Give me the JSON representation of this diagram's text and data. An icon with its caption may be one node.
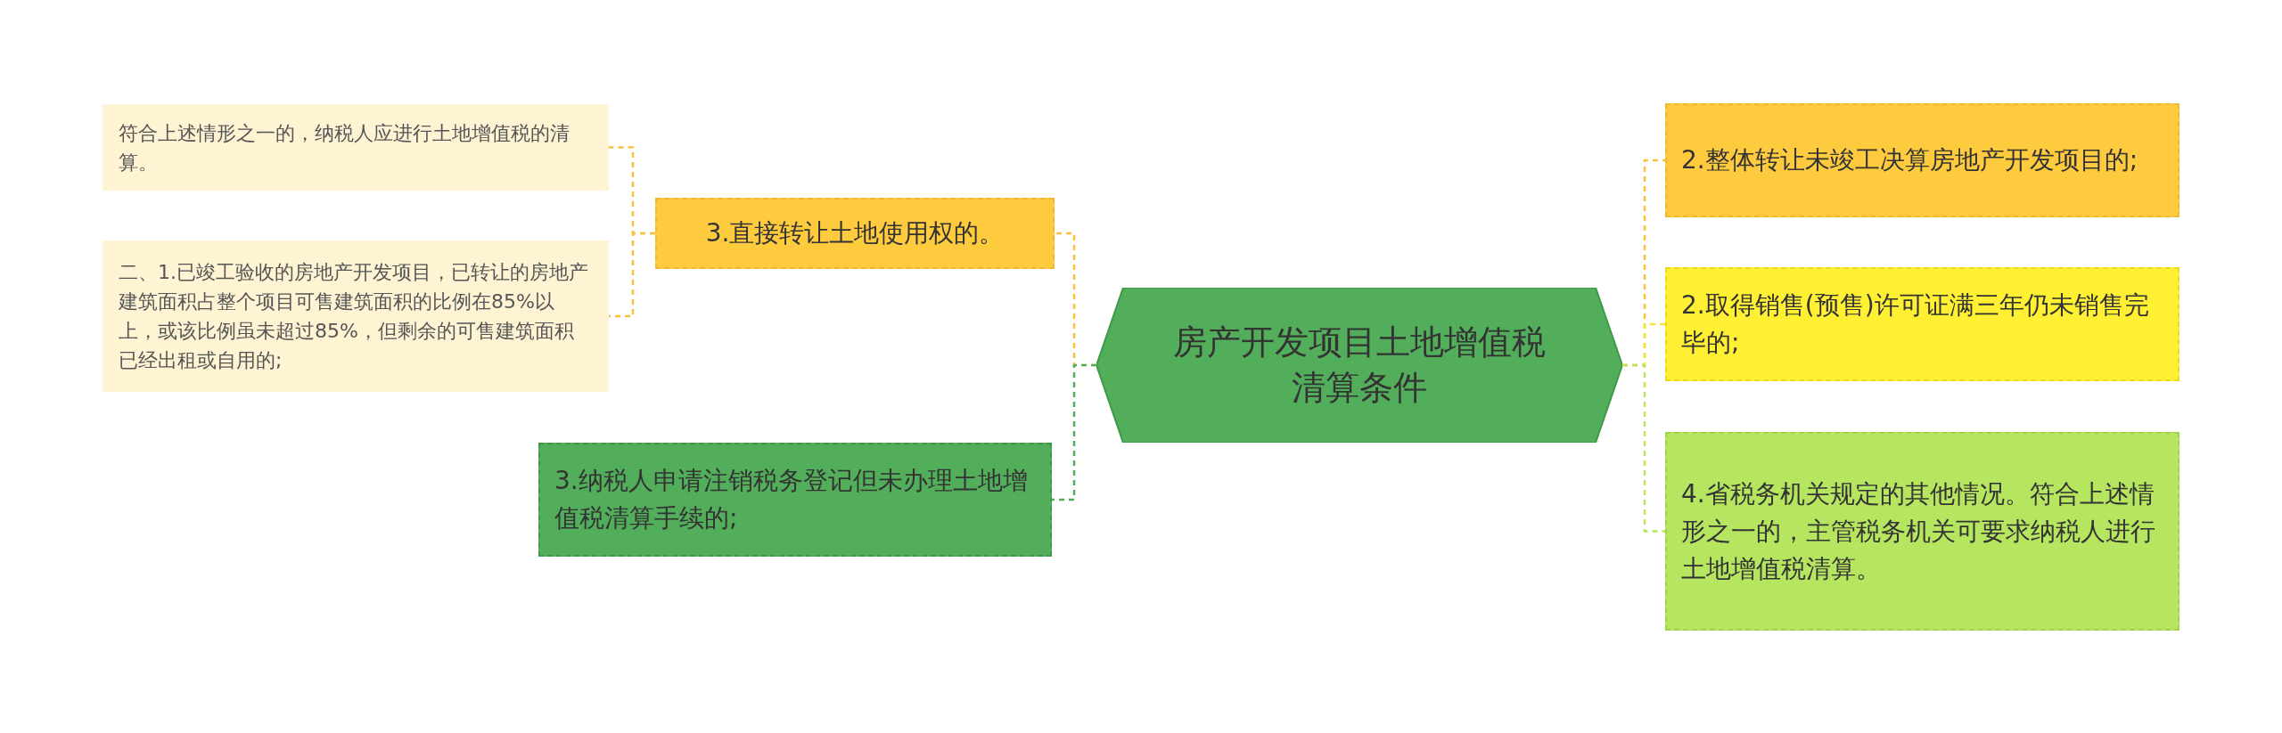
{
  "diagram": {
    "nodes": [
      {
        "text": [
          "房产开发项目土地增值税清算条件"
        ]
      },
      {
        "text": [
          "2.整体转让未竣工决算房地产开发项目的;"
        ]
      },
      {
        "text": [
          "2.取得销售(预售)许可证满三年仍未销售完毕的;"
        ]
      },
      {
        "text": [
          "4.省税务机关规定的其他情况。符合上述情形之一的，主管税务机关可要求纳税人进行土地增值税清算。"
        ]
      },
      {
        "text": [
          "3.直接转让土地使用权的。"
        ]
      },
      {
        "text": [
          "符合上述情形之一的，纳税人应进行土地增值税的清算。"
        ]
      },
      {
        "text": [
          "二、1.已竣工验收的房地产开发项目，已转让的房地产建筑面积占整个项目可售建筑面积的比例在85%以上，或该比例虽未超过85%，但剩余的可售建筑面积已经出租或自用的;"
        ]
      },
      {
        "text": [
          "3.纳税人申请注销税务登记但未办理土地增值税清算手续的;"
        ]
      }
    ],
    "edges": [
      {
        "from": 0,
        "to": 1,
        "arrow": "none",
        "style": "dashed"
      },
      {
        "from": 0,
        "to": 2,
        "arrow": "none",
        "style": "dashed",
        "color": "#f2e632"
      },
      {
        "from": 0,
        "to": 3,
        "arrow": "none",
        "style": "dashed",
        "color": "#b6e55f"
      },
      {
        "from": 0,
        "to": 4,
        "arrow": "none",
        "style": "dashed"
      },
      {
        "from": 4,
        "to": 5,
        "arrow": "none",
        "style": "dashed"
      },
      {
        "from": 4,
        "to": 6,
        "arrow": "none",
        "style": "dashed"
      },
      {
        "from": 0,
        "to": 7,
        "arrow": "none",
        "style": "dashed",
        "color": "#52ae5a"
      }
    ]
  }
}
